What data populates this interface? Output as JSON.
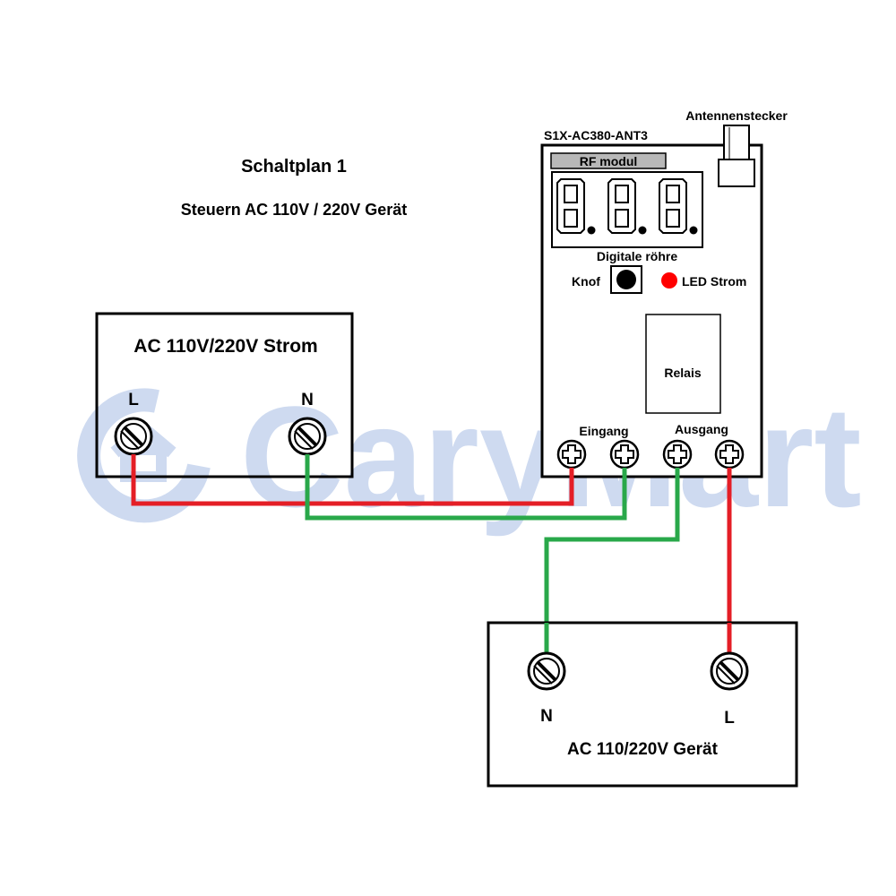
{
  "title": "Schaltplan 1",
  "subtitle": "Steuern AC 110V / 220V Gerät",
  "watermark": {
    "text": "CaryMart",
    "color": "#c9d7ef"
  },
  "colors": {
    "wire_live": "#e41e26",
    "wire_neutral": "#29a84a",
    "led": "#ff0000",
    "stroke": "#000000",
    "module_label_bg": "#b8b8b8"
  },
  "source_box": {
    "title": "AC 110V/220V Strom",
    "terminal_left_label": "L",
    "terminal_right_label": "N"
  },
  "module": {
    "model": "S1X-AC380-ANT3",
    "antenna_label": "Antennenstecker",
    "rf_label": "RF modul",
    "display_label": "Digitale röhre",
    "knob_label": "Knof",
    "led_label": "LED Strom",
    "relay_label": "Relais",
    "input_label": "Eingang",
    "output_label": "Ausgang"
  },
  "device_box": {
    "title": "AC 110/220V Gerät",
    "terminal_left_label": "N",
    "terminal_right_label": "L"
  }
}
